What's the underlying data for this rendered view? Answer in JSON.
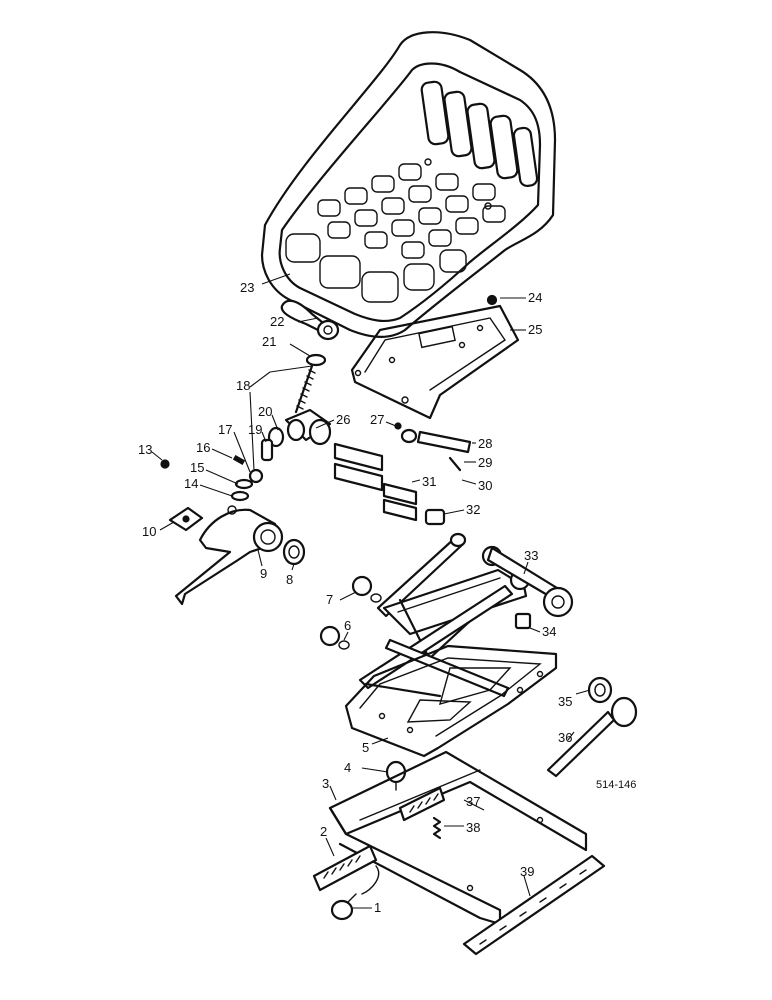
{
  "callouts": [
    {
      "id": "c1",
      "text": "1"
    },
    {
      "id": "c2",
      "text": "2"
    },
    {
      "id": "c3",
      "text": "3"
    },
    {
      "id": "c4",
      "text": "4"
    },
    {
      "id": "c5",
      "text": "5"
    },
    {
      "id": "c6",
      "text": "6"
    },
    {
      "id": "c7",
      "text": "7"
    },
    {
      "id": "c8",
      "text": "8"
    },
    {
      "id": "c9",
      "text": "9"
    },
    {
      "id": "c10",
      "text": "10"
    },
    {
      "id": "c13",
      "text": "13"
    },
    {
      "id": "c14",
      "text": "14"
    },
    {
      "id": "c15",
      "text": "15"
    },
    {
      "id": "c16",
      "text": "16"
    },
    {
      "id": "c17",
      "text": "17"
    },
    {
      "id": "c18",
      "text": "18"
    },
    {
      "id": "c19",
      "text": "19"
    },
    {
      "id": "c20",
      "text": "20"
    },
    {
      "id": "c21",
      "text": "21"
    },
    {
      "id": "c22",
      "text": "22"
    },
    {
      "id": "c23",
      "text": "23"
    },
    {
      "id": "c24",
      "text": "24"
    },
    {
      "id": "c25",
      "text": "25"
    },
    {
      "id": "c26",
      "text": "26"
    },
    {
      "id": "c27",
      "text": "27"
    },
    {
      "id": "c28",
      "text": "28"
    },
    {
      "id": "c29",
      "text": "29"
    },
    {
      "id": "c30",
      "text": "30"
    },
    {
      "id": "c31",
      "text": "31"
    },
    {
      "id": "c32",
      "text": "32"
    },
    {
      "id": "c33",
      "text": "33"
    },
    {
      "id": "c34",
      "text": "34"
    },
    {
      "id": "c35",
      "text": "35"
    },
    {
      "id": "c36",
      "text": "36"
    },
    {
      "id": "c37",
      "text": "37"
    },
    {
      "id": "c38",
      "text": "38"
    },
    {
      "id": "c39",
      "text": "39"
    }
  ],
  "drawing_code": "514-146"
}
